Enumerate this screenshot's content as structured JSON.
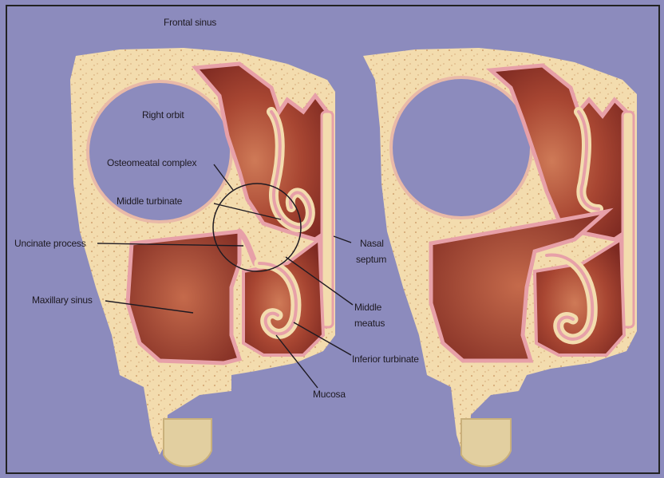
{
  "labels": {
    "frontal_sinus": "Frontal sinus",
    "right_orbit": "Right orbit",
    "osteomeatal_complex": "Osteomeatal complex",
    "middle_turbinate": "Middle turbinate",
    "uncinate_process": "Uncinate process",
    "nasal_septum_line1": "Nasal",
    "nasal_septum_line2": "septum",
    "maxillary_sinus": "Maxillary sinus",
    "middle_meatus_line1": "Middle",
    "middle_meatus_line2": "meatus",
    "inferior_turbinate": "Inferior turbinate",
    "mucosa": "Mucosa"
  },
  "colors": {
    "background": "#8c8bbd",
    "bone": "#f3dcae",
    "bone_dots": "#d2a673",
    "mucosa": "#e7a0a8",
    "mucosa_edge": "#c9687a",
    "cavity": "#9a3a2a",
    "cavity_light": "#c8704f",
    "tooth": "#e2cfa0",
    "label_text": "#1e1a22",
    "border": "#222222"
  }
}
